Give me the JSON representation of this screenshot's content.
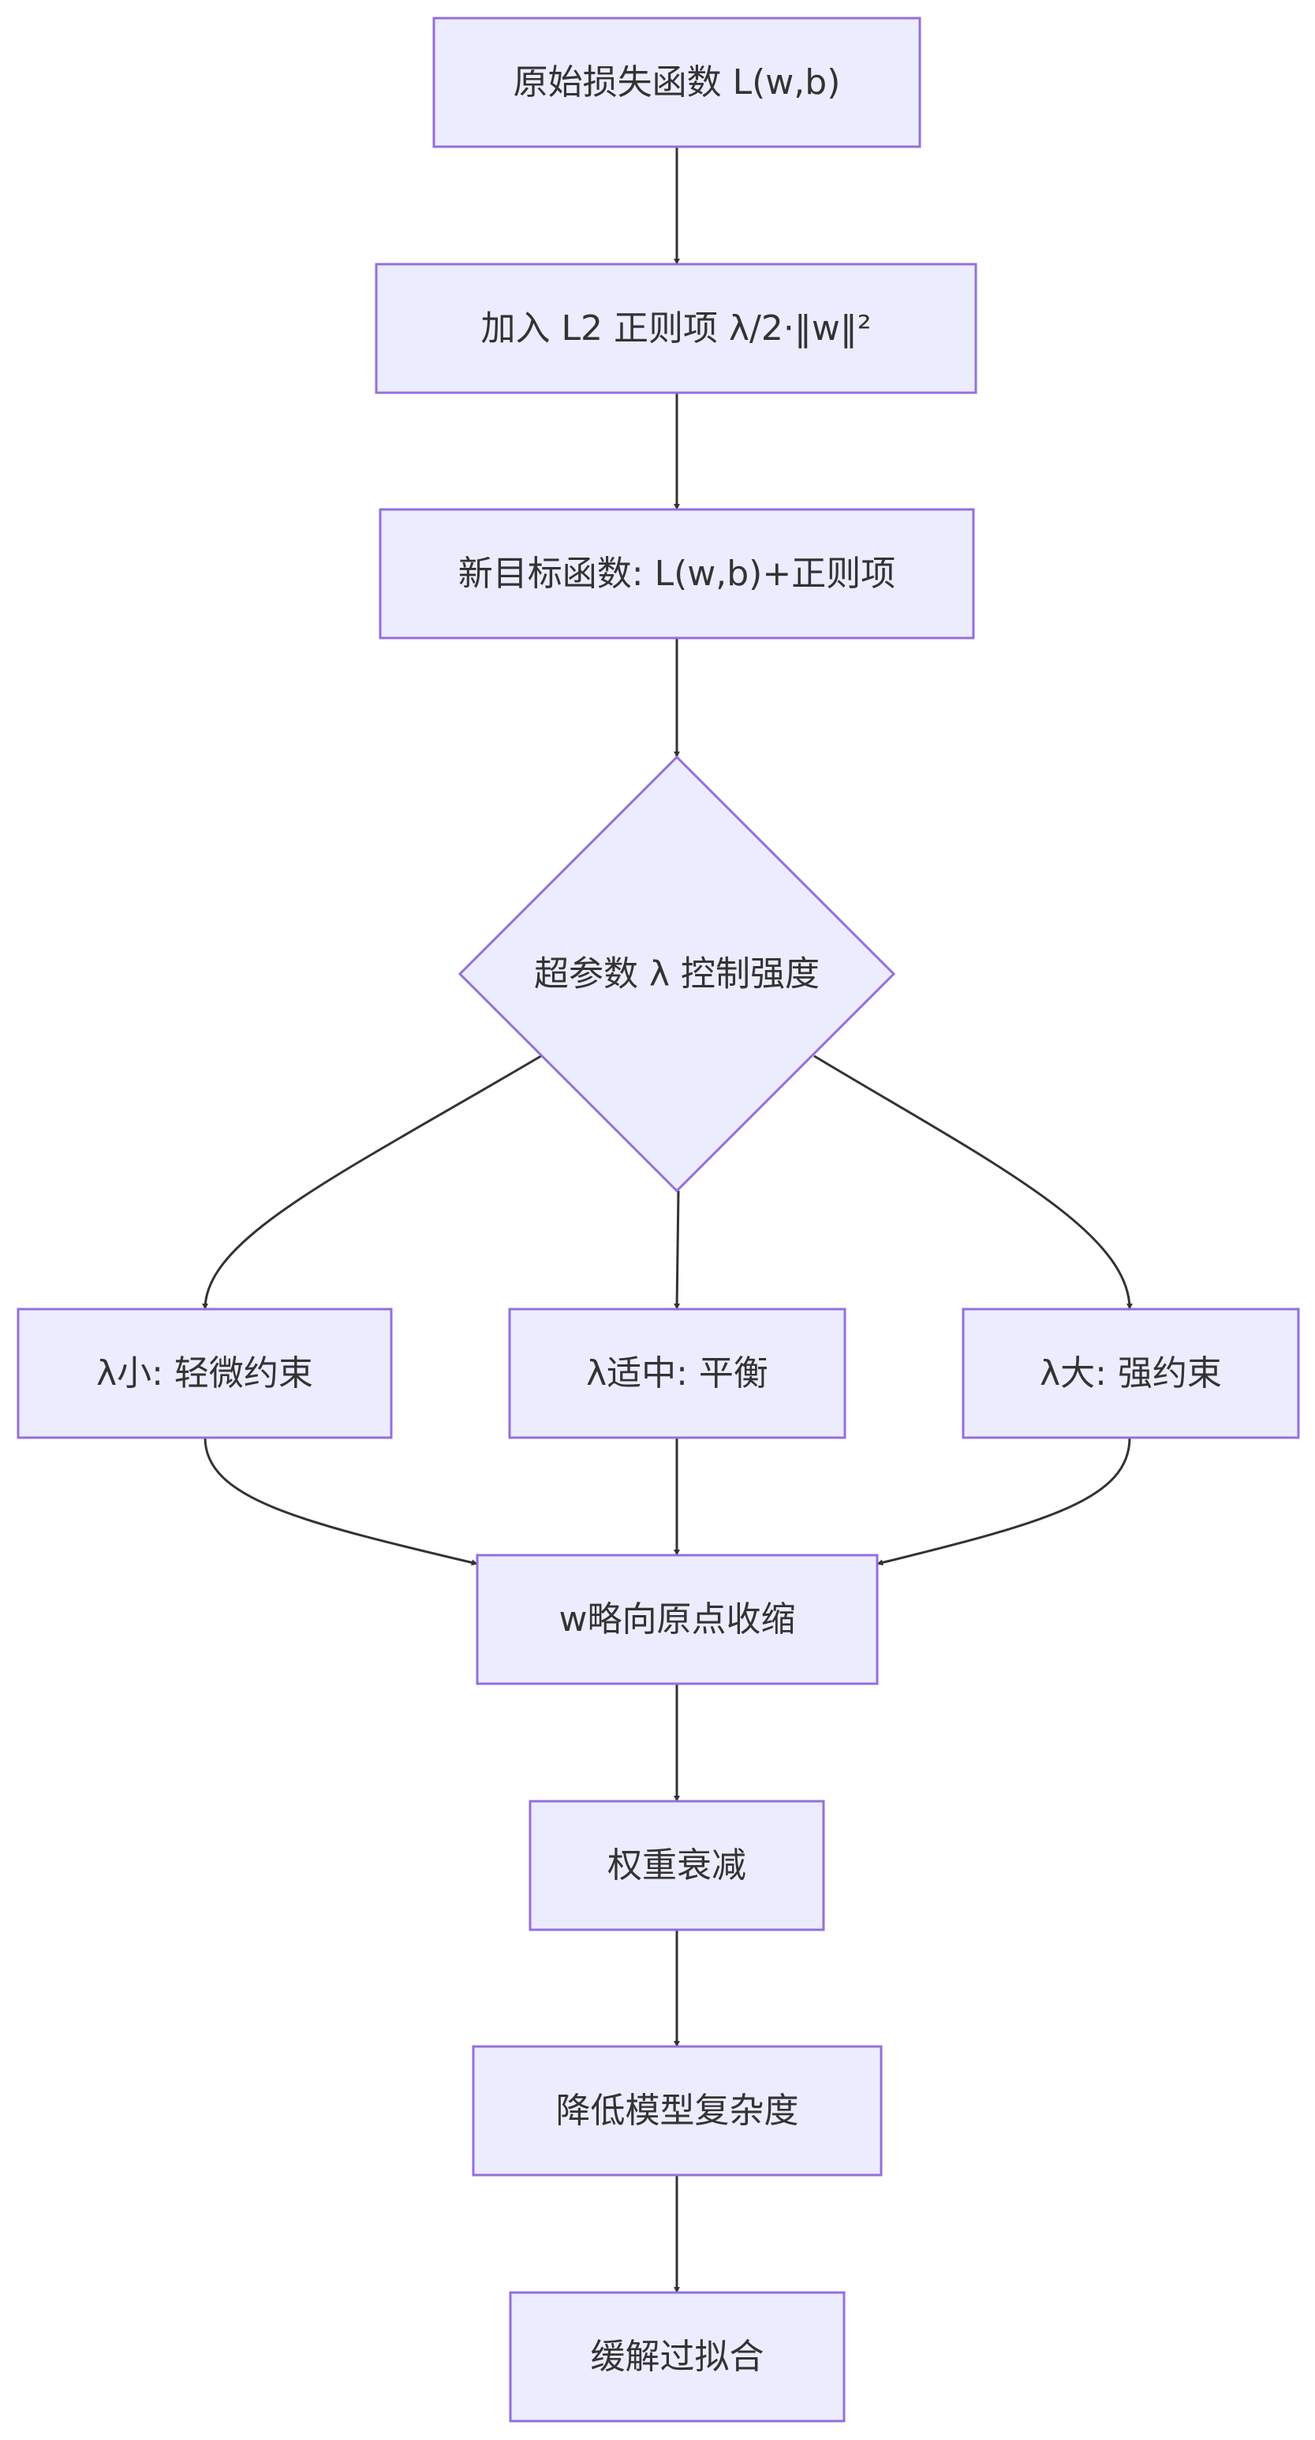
{
  "diagram": {
    "type": "flowchart",
    "direction": "top-down",
    "colors": {
      "node_fill": "#ececff",
      "node_stroke": "#9370db",
      "edge": "#333333",
      "text": "#333333",
      "background": "#ffffff"
    },
    "nodes": [
      {
        "id": "original_loss",
        "shape": "rect",
        "label": "原始损失函数 L(w,b)"
      },
      {
        "id": "add_l2",
        "shape": "rect",
        "label": "加入 L2 正则项 λ/2·‖w‖²"
      },
      {
        "id": "new_objective",
        "shape": "rect",
        "label": "新目标函数: L(w,b)+正则项"
      },
      {
        "id": "lambda_control",
        "shape": "diamond",
        "label": "超参数 λ 控制强度"
      },
      {
        "id": "lambda_small",
        "shape": "rect",
        "label": "λ小: 轻微约束"
      },
      {
        "id": "lambda_medium",
        "shape": "rect",
        "label": "λ适中: 平衡"
      },
      {
        "id": "lambda_large",
        "shape": "rect",
        "label": "λ大: 强约束"
      },
      {
        "id": "shrink_w",
        "shape": "rect",
        "label": "w略向原点收缩"
      },
      {
        "id": "weight_decay",
        "shape": "rect",
        "label": "权重衰减"
      },
      {
        "id": "reduce_complexity",
        "shape": "rect",
        "label": "降低模型复杂度"
      },
      {
        "id": "mitigate_overfit",
        "shape": "rect",
        "label": "缓解过拟合"
      }
    ],
    "edges": [
      {
        "from": "original_loss",
        "to": "add_l2"
      },
      {
        "from": "add_l2",
        "to": "new_objective"
      },
      {
        "from": "new_objective",
        "to": "lambda_control"
      },
      {
        "from": "lambda_control",
        "to": "lambda_small"
      },
      {
        "from": "lambda_control",
        "to": "lambda_medium"
      },
      {
        "from": "lambda_control",
        "to": "lambda_large"
      },
      {
        "from": "lambda_small",
        "to": "shrink_w"
      },
      {
        "from": "lambda_medium",
        "to": "shrink_w"
      },
      {
        "from": "lambda_large",
        "to": "shrink_w"
      },
      {
        "from": "shrink_w",
        "to": "weight_decay"
      },
      {
        "from": "weight_decay",
        "to": "reduce_complexity"
      },
      {
        "from": "reduce_complexity",
        "to": "mitigate_overfit"
      }
    ]
  }
}
